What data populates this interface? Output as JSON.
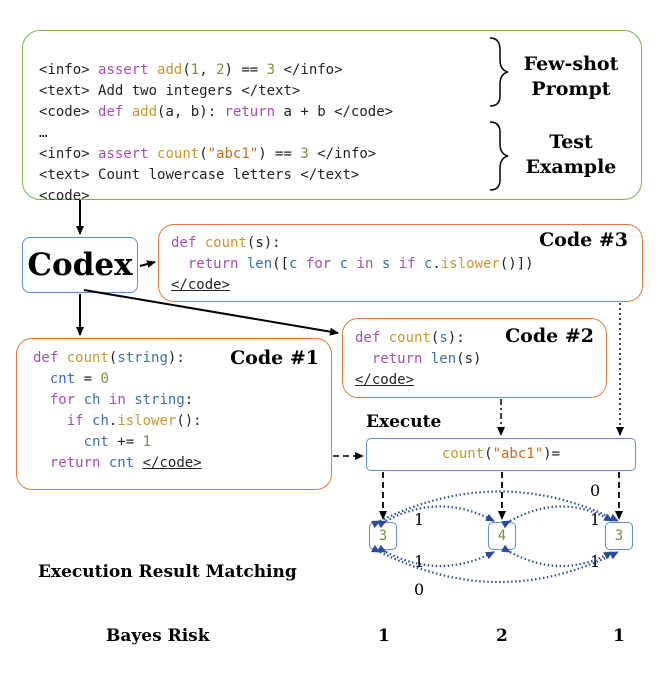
{
  "prompt": {
    "tags": {
      "info_open": "<info>",
      "info_close": "</info>",
      "text_open": "<text>",
      "text_close": "</text>",
      "code_open": "<code>",
      "code_close": "</code>"
    },
    "ex1_info": {
      "kw": "assert",
      "fn": "add",
      "open": "(",
      "n1": "1",
      "sep": ", ",
      "n2": "2",
      "rest": ") == ",
      "n3": "3"
    },
    "ex1_text": "Add two integers",
    "ex1_code": {
      "kw1": "def",
      "fn": "add",
      "args": "(a, b): ",
      "kw2": "return",
      "rest": " a + b"
    },
    "ellipsis": "…",
    "test_info": {
      "kw": "assert",
      "fn": "count",
      "open": "(",
      "str": "\"abc1\"",
      "rest": ") == ",
      "n": "3"
    },
    "test_text": "Count lowercase letters",
    "brace1_label_line1": "Few-shot",
    "brace1_label_line2": "Prompt",
    "brace2_label_line1": "Test",
    "brace2_label_line2": "Example"
  },
  "codex_label": "Codex",
  "code3": {
    "title": "Code #3",
    "def": "def",
    "fn": "count",
    "args": "(s):",
    "ret": "return",
    "len": "len",
    "b1": "([",
    "c1": "c",
    "for": "for",
    "c2": "c",
    "in": "in",
    "s": "s",
    "if": "if",
    "c3": "c",
    "dot": ".",
    "islower": "islower",
    "tail": "()])",
    "close": "</code>"
  },
  "code2": {
    "title": "Code #2",
    "def": "def",
    "fn": "count",
    "args_open": "(",
    "arg": "s",
    "args_close": "):",
    "ret": "return",
    "len": "len",
    "call": "(s)",
    "close": "</code>"
  },
  "code1": {
    "title": "Code #1",
    "def": "def",
    "fn": "count",
    "args_open": "(",
    "arg": "string",
    "args_close": "):",
    "line2_var": "cnt",
    "line2_rest": " = ",
    "line2_num": "0",
    "for": "for",
    "ch": "ch",
    "in": "in",
    "string": "string",
    "colon": ":",
    "if": "if",
    "ch2": "ch",
    "dot": ".",
    "islower": "islower",
    "tail": "():",
    "cnt2": "cnt",
    "inc": " += ",
    "one": "1",
    "ret": "return",
    "cnt3": "cnt",
    "close": "</code>"
  },
  "execute": {
    "label": "Execute",
    "call_fn": "count",
    "call_open": "(",
    "call_str": "\"abc1\"",
    "call_close": ")="
  },
  "results": [
    "3",
    "4",
    "3"
  ],
  "edge_labels": {
    "top_1_2": "1",
    "top_2_3": "1",
    "top_1_3": "0",
    "bot_1_2": "1",
    "bot_2_3": "1",
    "bot_1_3": "0"
  },
  "matching_label": "Execution Result Matching",
  "bayes": {
    "label": "Bayes Risk",
    "values": [
      "1",
      "2",
      "1"
    ]
  },
  "colors": {
    "prompt_border": "#7cb342",
    "code_border": "#e07b39",
    "blue_border": "#5b8fd0",
    "dotted_arrow": "#2b4c9b"
  }
}
